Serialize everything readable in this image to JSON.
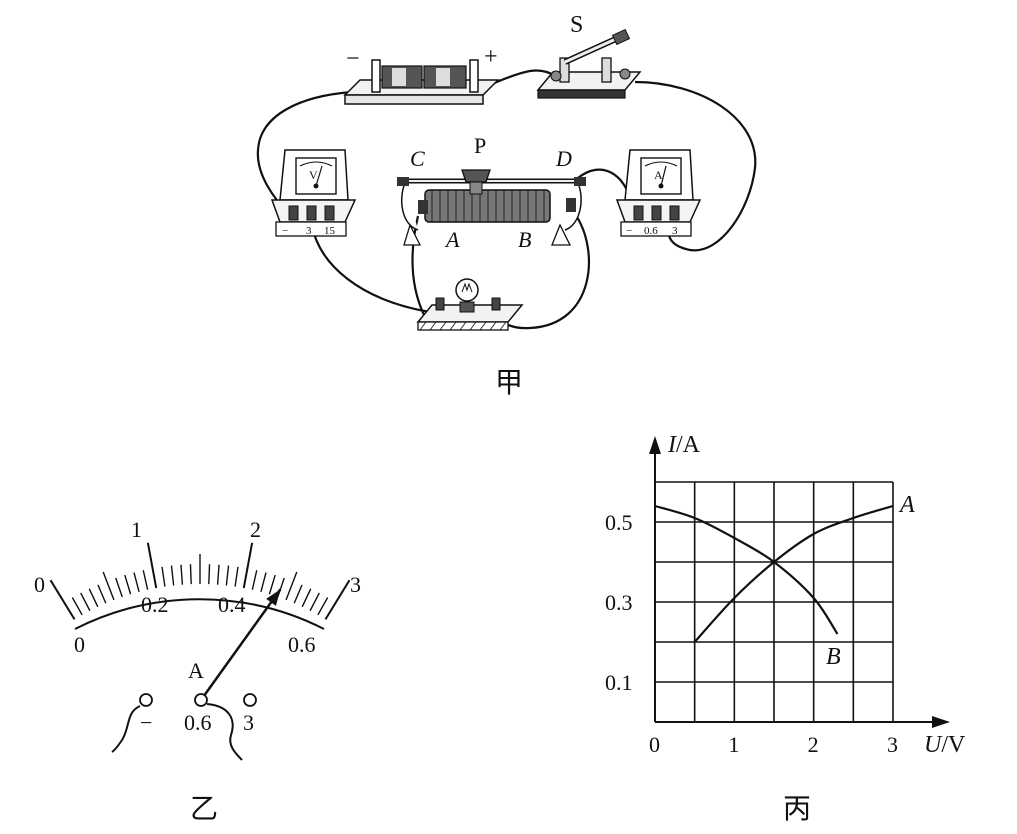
{
  "figure_jia": {
    "caption": "甲",
    "switch_label": "S",
    "battery_minus": "−",
    "battery_plus": "+",
    "rheostat": {
      "terminal_c": "C",
      "terminal_d": "D",
      "slider": "P",
      "terminal_a": "A",
      "terminal_b": "B"
    },
    "voltmeter": {
      "symbol": "V",
      "terminals": [
        "−",
        "3",
        "15"
      ]
    },
    "ammeter": {
      "symbol": "A",
      "terminals": [
        "−",
        "0.6",
        "3"
      ]
    }
  },
  "figure_yi": {
    "caption": "乙",
    "outer_scale": [
      "0",
      "1",
      "2",
      "3"
    ],
    "inner_scale": [
      "0",
      "0.2",
      "0.4",
      "0.6"
    ],
    "pointer_label": "A",
    "terminals": [
      "−",
      "0.6",
      "3"
    ],
    "reading_fraction": 0.8
  },
  "figure_bing": {
    "caption": "丙",
    "y_axis_label_var": "I",
    "y_axis_label_unit": "/A",
    "x_axis_label_var": "U",
    "x_axis_label_unit": "/V",
    "curve_a_label": "A",
    "curve_b_label": "B"
  },
  "chart_data": {
    "type": "line",
    "x_label": "U/V",
    "y_label": "I/A",
    "x_ticks": [
      "0",
      "1",
      "2",
      "3"
    ],
    "y_ticks": [
      "0.1",
      "0.3",
      "0.5"
    ],
    "xlim": [
      0,
      3
    ],
    "ylim": [
      0,
      0.6
    ],
    "grid": true,
    "series": [
      {
        "name": "A",
        "x": [
          0.5,
          1.0,
          1.5,
          2.0,
          2.5,
          3.0
        ],
        "y": [
          0.2,
          0.31,
          0.4,
          0.47,
          0.51,
          0.54
        ]
      },
      {
        "name": "B",
        "x": [
          0.0,
          0.5,
          1.0,
          1.5,
          2.0,
          2.3
        ],
        "y": [
          0.54,
          0.51,
          0.46,
          0.4,
          0.31,
          0.22
        ]
      }
    ]
  }
}
